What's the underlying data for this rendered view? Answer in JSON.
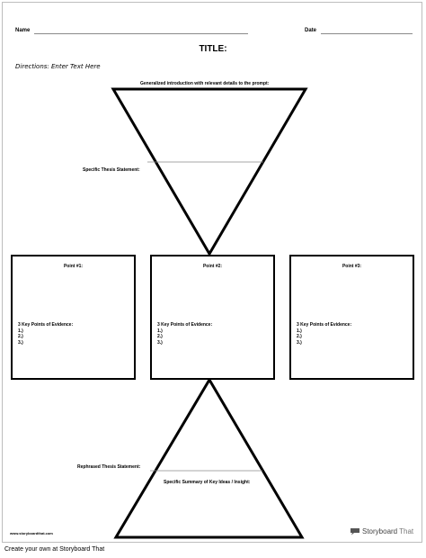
{
  "header": {
    "name_label": "Name",
    "date_label": "Date",
    "title": "TITLE:",
    "directions": "Directions: Enter Text Here"
  },
  "funnel": {
    "intro_label": "Generalized introduction with relevant details to the prompt:",
    "thesis_label": "Specific Thesis Statement:"
  },
  "points": [
    {
      "title": "Point #1:",
      "evidence_label": "3 Key Points of Evidence:",
      "items": [
        "1.)",
        "2.)",
        "3.)"
      ]
    },
    {
      "title": "Point #2:",
      "evidence_label": "3 Key Points of Evidence:",
      "items": [
        "1.)",
        "2.)",
        "3.)"
      ]
    },
    {
      "title": "Point #3:",
      "evidence_label": "3 Key Points of Evidence:",
      "items": [
        "1.)",
        "2.)",
        "3.)"
      ]
    }
  ],
  "conclusion": {
    "rephrased_label": "Rephrased Thesis Statement:",
    "summary_label": "Specific Summary of Key Ideas / Insight:"
  },
  "footer": {
    "url": "www.storyboardthat.com",
    "brand_main": "Storyboard",
    "brand_suffix": "That",
    "cta": "Create your own at Storyboard That"
  }
}
